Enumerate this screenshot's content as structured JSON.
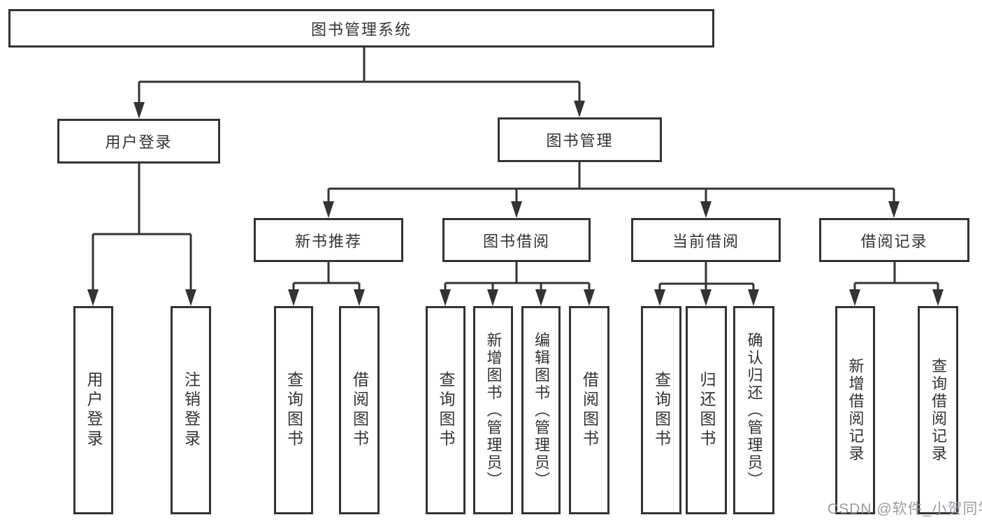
{
  "colors": {
    "line": "#333333",
    "box_background": "#ffffff",
    "watermark_text": "#94989e"
  },
  "watermark": "CSDN @软件_小贺同学",
  "diagram": {
    "root": {
      "label": "图书管理系统",
      "children": [
        {
          "label": "用户登录",
          "children": [
            {
              "label": "用户登录"
            },
            {
              "label": "注销登录"
            }
          ]
        },
        {
          "label": "图书管理",
          "children": [
            {
              "label": "新书推荐",
              "children": [
                {
                  "label": "查询图书"
                },
                {
                  "label": "借阅图书"
                }
              ]
            },
            {
              "label": "图书借阅",
              "children": [
                {
                  "label": "查询图书"
                },
                {
                  "label": "新增图书（管理员）"
                },
                {
                  "label": "编辑图书（管理员）"
                },
                {
                  "label": "借阅图书"
                }
              ]
            },
            {
              "label": "当前借阅",
              "children": [
                {
                  "label": "查询图书"
                },
                {
                  "label": "归还图书"
                },
                {
                  "label": "确认归还（管理员）"
                }
              ]
            },
            {
              "label": "借阅记录",
              "children": [
                {
                  "label": "新增借阅记录"
                },
                {
                  "label": "查询借阅记录"
                }
              ]
            }
          ]
        }
      ]
    }
  }
}
